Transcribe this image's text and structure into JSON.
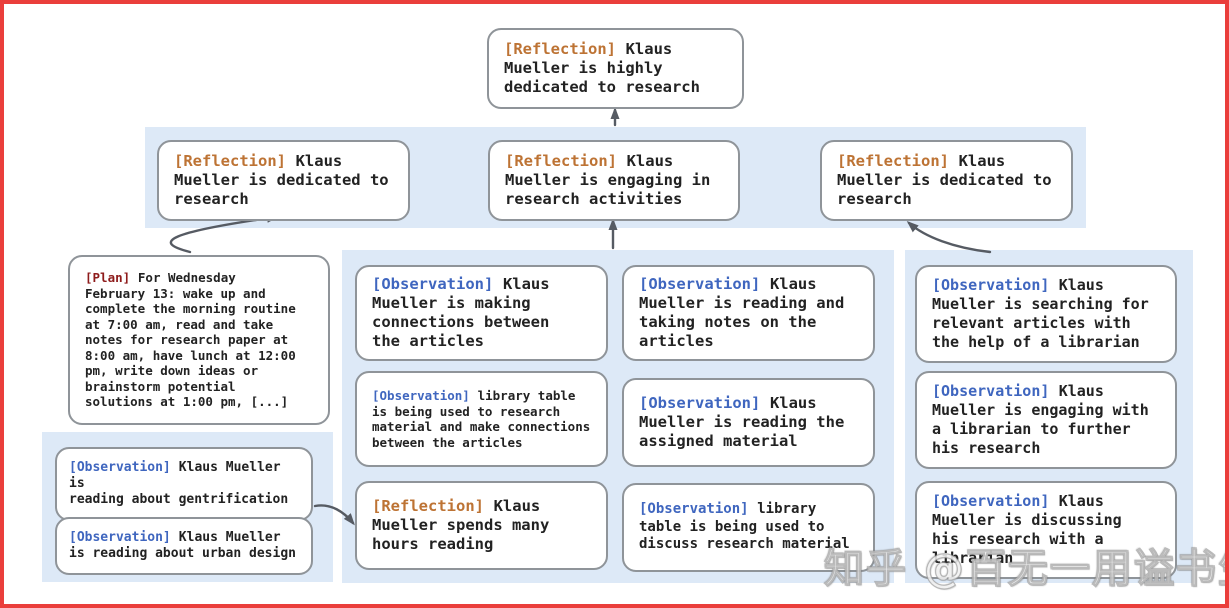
{
  "colors": {
    "frame_border": "#ea3e3b",
    "band_background": "#dde9f7",
    "box_border": "#8f9499",
    "reflection_tag": "#bd7334",
    "observation_tag": "#3f66bf",
    "plan_tag": "#8e1b1b",
    "body_text": "#222222",
    "arrow": "#565b63"
  },
  "watermark": {
    "text": "知乎 @百无一用谥书生"
  },
  "nodes": {
    "root": {
      "type": "reflection",
      "tag": "[Reflection]",
      "text": "Klaus\nMueller is highly\ndedicated to research"
    },
    "l2a": {
      "type": "reflection",
      "tag": "[Reflection]",
      "text": "Klaus\nMueller is dedicated to\nresearch"
    },
    "l2b": {
      "type": "reflection",
      "tag": "[Reflection]",
      "text": "Klaus\nMueller is engaging in\nresearch activities"
    },
    "l2c": {
      "type": "reflection",
      "tag": "[Reflection]",
      "text": "Klaus\nMueller is dedicated to\nresearch"
    },
    "plan": {
      "type": "plan",
      "tag": "[Plan]",
      "text": "For Wednesday\nFebruary 13: wake up and\ncomplete the morning routine\nat 7:00 am, read and take\nnotes for research paper at\n8:00 am, have lunch at 12:00\npm, write down ideas or\nbrainstorm potential\nsolutions at 1:00 pm, [...]"
    },
    "obs_gentrification": {
      "type": "observation",
      "tag": "[Observation]",
      "text": "Klaus Mueller is\nreading about gentrification"
    },
    "obs_urban_design": {
      "type": "observation",
      "tag": "[Observation]",
      "text": "Klaus Mueller\nis reading about urban design"
    },
    "a1": {
      "type": "observation",
      "tag": "[Observation]",
      "text": "Klaus\nMueller is making\nconnections between\nthe articles"
    },
    "a2": {
      "type": "observation",
      "tag": "[Observation]",
      "text": "library table\nis being used to research\nmaterial and make connections\nbetween the articles"
    },
    "a3": {
      "type": "reflection",
      "tag": "[Reflection]",
      "text": "Klaus\nMueller spends many\nhours reading"
    },
    "b1": {
      "type": "observation",
      "tag": "[Observation]",
      "text": "Klaus\nMueller is reading and\ntaking notes on the\narticles"
    },
    "b2": {
      "type": "observation",
      "tag": "[Observation]",
      "text": "Klaus\nMueller is reading the\nassigned material"
    },
    "b3": {
      "type": "observation",
      "tag": "[Observation]",
      "text": "library\ntable is being used to\ndiscuss research material"
    },
    "c1": {
      "type": "observation",
      "tag": "[Observation]",
      "text": "Klaus\nMueller is searching for\nrelevant articles with\nthe help of a librarian"
    },
    "c2": {
      "type": "observation",
      "tag": "[Observation]",
      "text": "Klaus\nMueller is engaging with\na librarian to further\nhis research"
    },
    "c3": {
      "type": "observation",
      "tag": "[Observation]",
      "text": "Klaus\nMueller is discussing\nhis research with a\nlibrarian"
    }
  }
}
